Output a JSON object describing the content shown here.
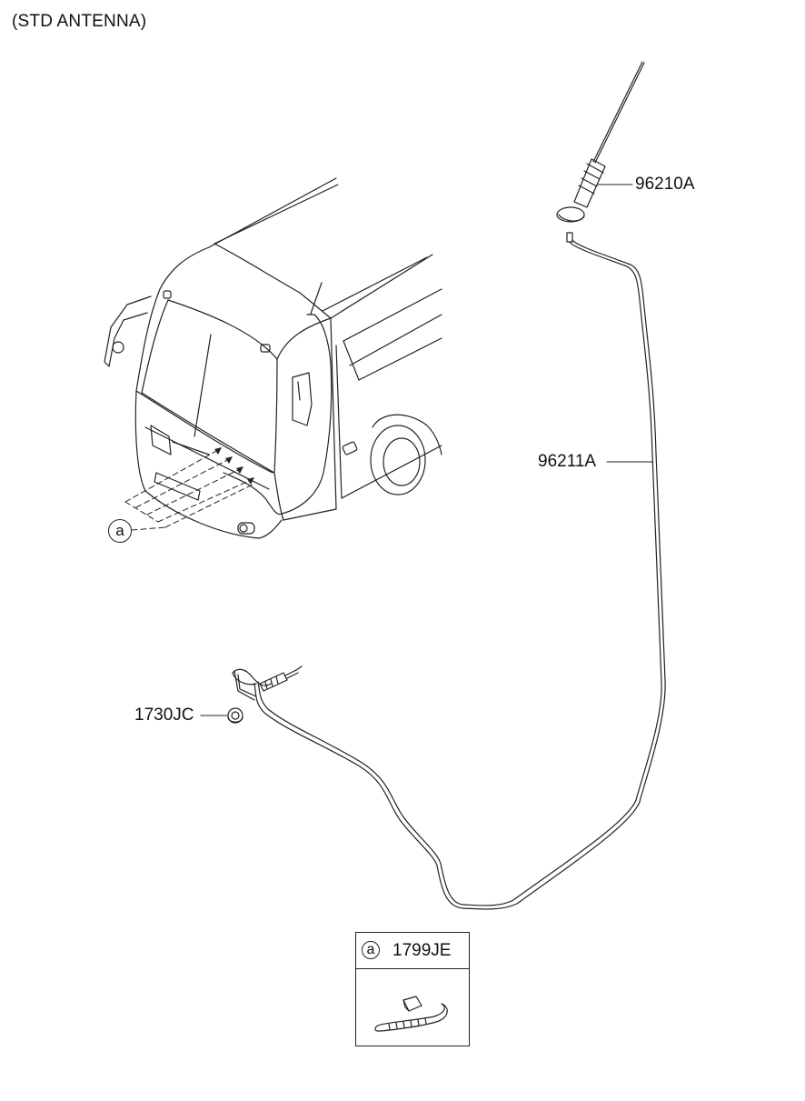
{
  "title": "(STD ANTENNA)",
  "callouts": {
    "antenna_mast": "96210A",
    "antenna_cable": "96211A",
    "grommet": "1730JC"
  },
  "reference_marker": "a",
  "legend": {
    "marker": "a",
    "part_code": "1799JE"
  },
  "icons": {
    "vehicle": "bus-front-view-icon",
    "antenna": "antenna-mast-icon",
    "cable": "antenna-cable-icon",
    "connector": "plug-connector-icon",
    "grommet": "grommet-icon",
    "clip": "cable-tie-clip-icon"
  }
}
